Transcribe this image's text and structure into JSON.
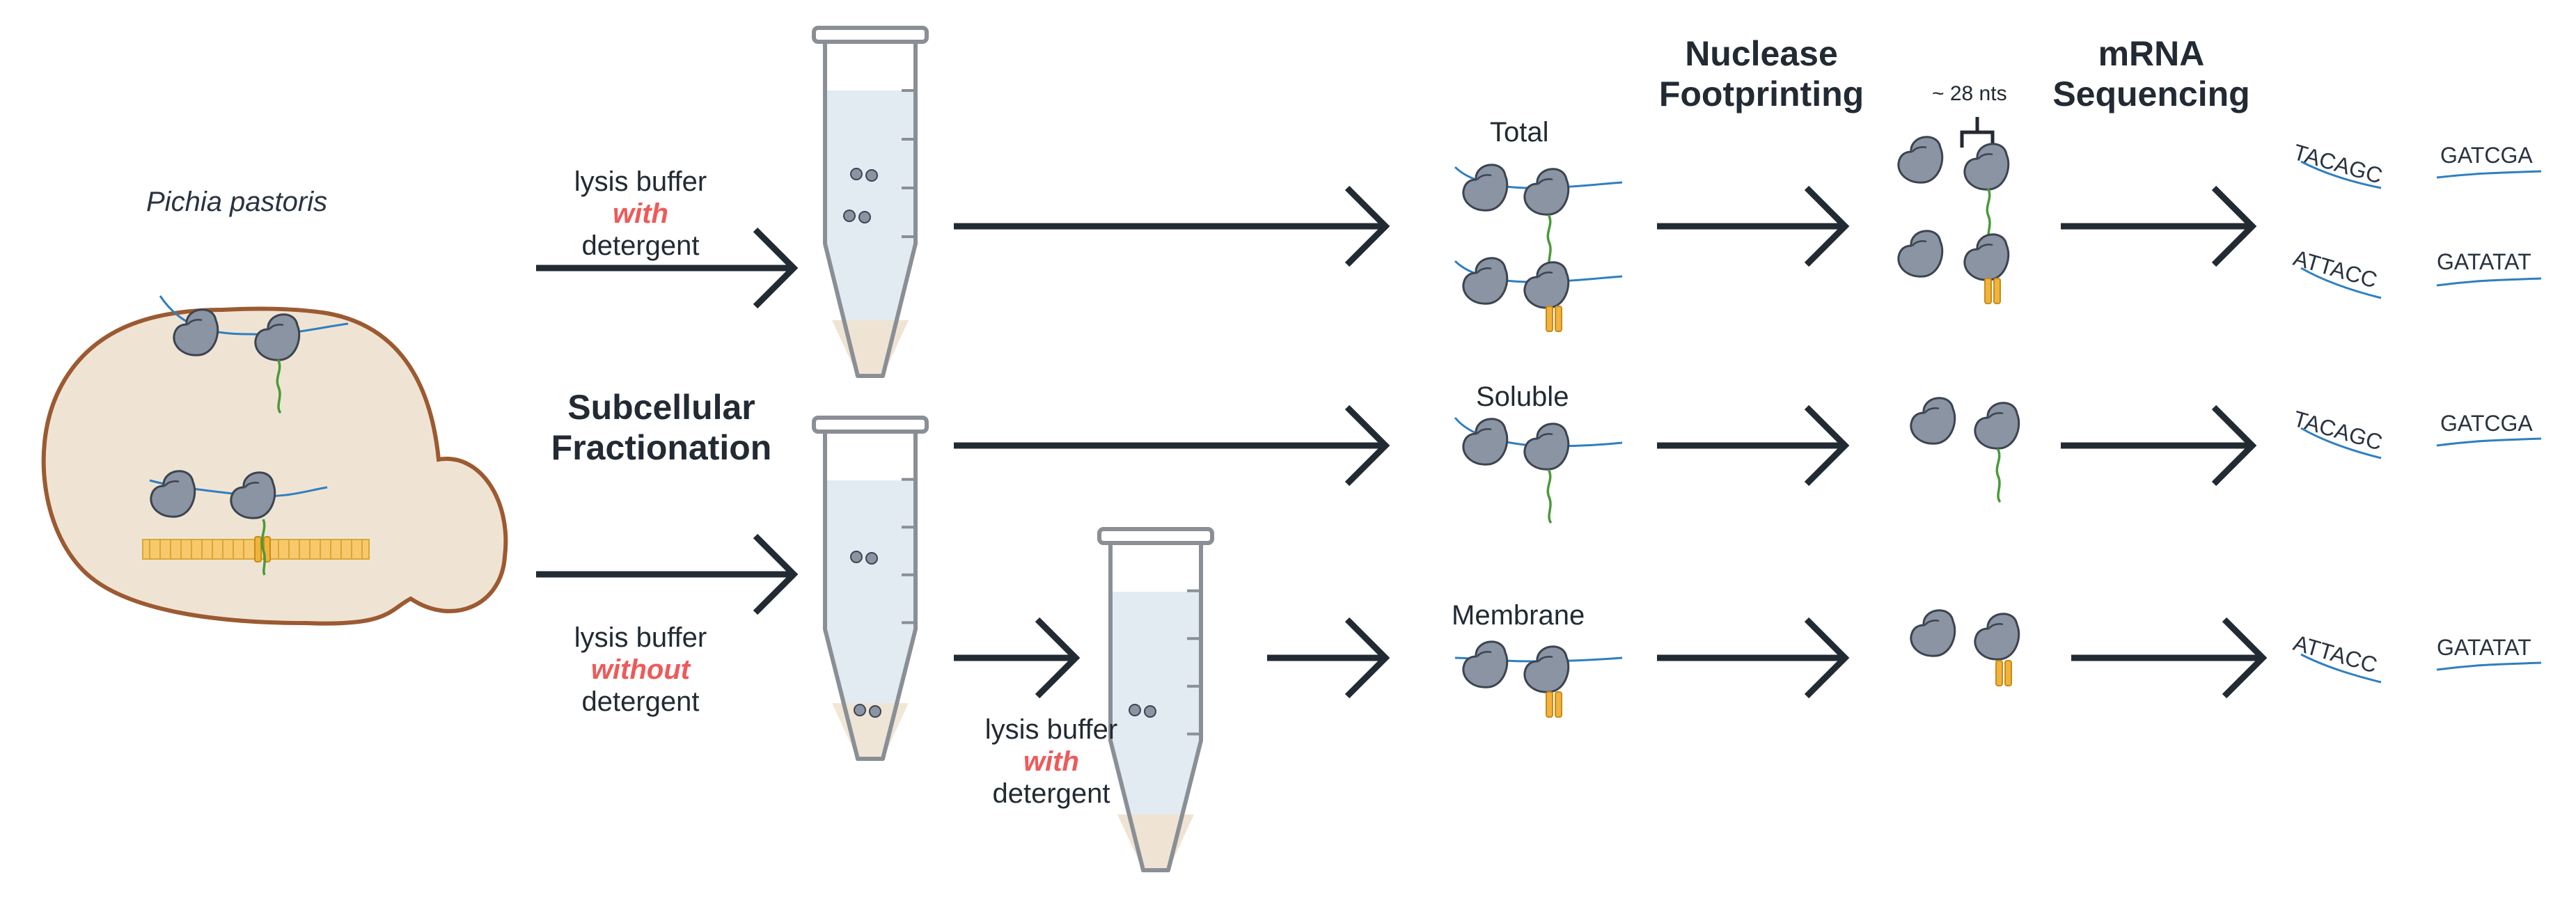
{
  "organism": "Pichia pastoris",
  "labels": {
    "subcellular_fractionation": [
      "Subcellular",
      "Fractionation"
    ],
    "nuclease_footprinting": [
      "Nuclease",
      "Footprinting"
    ],
    "mrna_sequencing": [
      "mRNA",
      "Sequencing"
    ],
    "footprint_length": "~ 28 nts",
    "lysis_with_top": {
      "line1": "lysis buffer",
      "emph": "with",
      "line3": "detergent"
    },
    "lysis_without": {
      "line1": "lysis buffer",
      "emph": "without",
      "line3": "detergent"
    },
    "lysis_with_bottom": {
      "line1": "lysis buffer",
      "emph": "with",
      "line3": "detergent"
    }
  },
  "fractions": [
    "Total",
    "Soluble",
    "Membrane"
  ],
  "reads": {
    "row1": [
      "TACAGC",
      "GATCGA"
    ],
    "row2": [
      "ATTACC",
      "GATATAT"
    ],
    "row3": [
      "TACAGC",
      "GATCGA"
    ],
    "row4": [
      "ATTACC",
      "GATATAT"
    ]
  },
  "colors": {
    "arrow": "#222a33",
    "ribosome": "#8a94a3",
    "mrna": "#2f7fc0",
    "peptide": "#4a9a3a",
    "translocon": "#f0b33b",
    "cell_fill": "#efe4d3",
    "cell_border": "#9c5a32",
    "emphasis": "#ee5a5a"
  }
}
